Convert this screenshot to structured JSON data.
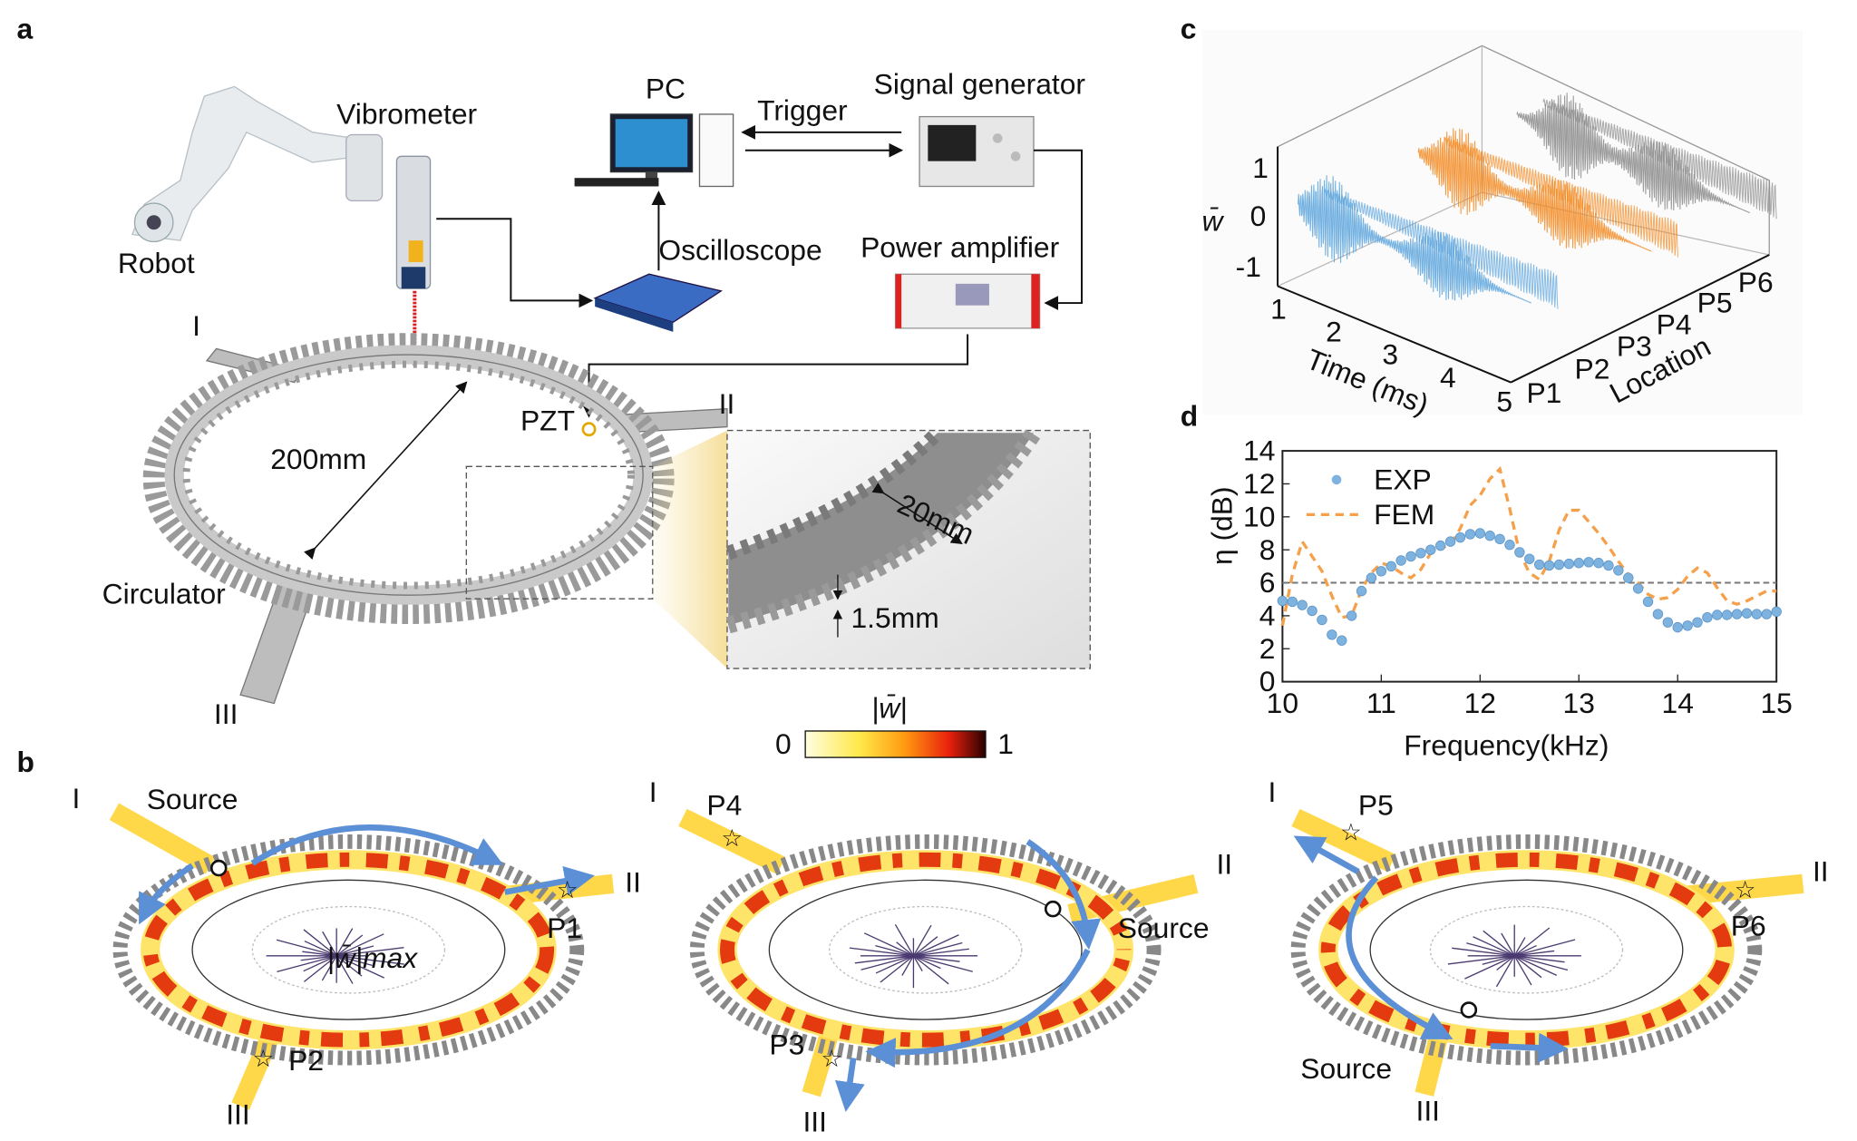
{
  "panels": {
    "a": "a",
    "b": "b",
    "c": "c",
    "d": "d"
  },
  "setup": {
    "robot": "Robot",
    "vibrometer": "Vibrometer",
    "pc": "PC",
    "trigger": "Trigger",
    "signal_generator": "Signal generator",
    "oscilloscope": "Oscilloscope",
    "power_amplifier": "Power amplifier",
    "pzt": "PZT",
    "diameter": "200mm",
    "circulator": "Circulator",
    "port_1": "I",
    "port_2": "II",
    "port_3": "III",
    "inset_width": "20mm",
    "inset_thickness": "1.5mm"
  },
  "colorbar": {
    "title": "|w̄|",
    "min": "0",
    "max": "1",
    "colors": [
      "#fffde0",
      "#ffe94a",
      "#ff9a10",
      "#e8200c",
      "#3a0000"
    ]
  },
  "fields": [
    {
      "port_1": "I",
      "port_2": "II",
      "port_3": "III",
      "source": "Source",
      "probe": "P1",
      "probe2": "P2",
      "max_label": "|w̄|max"
    },
    {
      "port_1": "I",
      "port_2": "II",
      "port_3": "III",
      "source": "Source",
      "probe": "P4",
      "probe2": "P3"
    },
    {
      "port_1": "I",
      "port_2": "II",
      "port_3": "III",
      "source": "Source",
      "probe": "P5",
      "probe2": "P6"
    }
  ],
  "colors": {
    "accent_blue": "#5b8fd6",
    "exp": "#7fb3df",
    "fem": "#f5a04a",
    "gray": "#9a9a9a"
  },
  "chart_data": [
    {
      "type": "line",
      "panel": "c",
      "zlabel": "w̄",
      "xlabel": "Time (ms)",
      "ylabel": "Location",
      "z_ticks": [
        "1",
        "0",
        "-1"
      ],
      "x_ticks": [
        "1",
        "2",
        "3",
        "4",
        "5"
      ],
      "y_ticks": [
        "P1",
        "P2",
        "P3",
        "P4",
        "P5",
        "P6"
      ],
      "zlim": [
        -1,
        1
      ],
      "xlim": [
        1,
        5
      ],
      "series": [
        {
          "name": "P1/P2",
          "color": "#5aa3dc"
        },
        {
          "name": "P3/P4",
          "color": "#f28a22"
        },
        {
          "name": "P5/P6",
          "color": "#8a8a8a"
        }
      ]
    },
    {
      "type": "line",
      "panel": "d",
      "xlabel": "Frequency(kHz)",
      "ylabel": "η (dB)",
      "xlim": [
        10,
        15
      ],
      "ylim": [
        0,
        14
      ],
      "x_ticks": [
        "10",
        "11",
        "12",
        "13",
        "14",
        "15"
      ],
      "y_ticks": [
        "0",
        "2",
        "4",
        "6",
        "8",
        "10",
        "12",
        "14"
      ],
      "reference_line": 6,
      "legend": [
        "EXP",
        "FEM"
      ],
      "legend_position": "top-left",
      "x": [
        10.0,
        10.1,
        10.2,
        10.3,
        10.4,
        10.5,
        10.6,
        10.7,
        10.8,
        10.9,
        11.0,
        11.1,
        11.2,
        11.3,
        11.4,
        11.5,
        11.6,
        11.7,
        11.8,
        11.9,
        12.0,
        12.1,
        12.2,
        12.3,
        12.4,
        12.5,
        12.6,
        12.7,
        12.8,
        12.9,
        13.0,
        13.1,
        13.2,
        13.3,
        13.4,
        13.5,
        13.6,
        13.7,
        13.8,
        13.9,
        14.0,
        14.1,
        14.2,
        14.3,
        14.4,
        14.5,
        14.6,
        14.7,
        14.8,
        14.9,
        15.0
      ],
      "series": [
        {
          "name": "EXP",
          "style": "scatter",
          "values": [
            4.9,
            4.85,
            4.65,
            4.3,
            3.75,
            2.85,
            2.5,
            4.0,
            5.5,
            6.3,
            6.7,
            7.0,
            7.35,
            7.6,
            7.8,
            8.0,
            8.25,
            8.5,
            8.75,
            8.95,
            9.0,
            8.85,
            8.65,
            8.3,
            7.85,
            7.45,
            7.1,
            7.05,
            7.1,
            7.15,
            7.2,
            7.25,
            7.2,
            7.05,
            6.75,
            6.3,
            5.65,
            4.85,
            4.1,
            3.6,
            3.3,
            3.4,
            3.6,
            3.9,
            4.05,
            4.05,
            4.1,
            4.15,
            4.1,
            4.1,
            4.25
          ]
        },
        {
          "name": "FEM",
          "style": "dashed",
          "values": [
            3.4,
            6.5,
            8.5,
            7.6,
            6.7,
            5.2,
            3.9,
            4.0,
            5.6,
            6.6,
            7.2,
            7.0,
            6.6,
            6.3,
            6.8,
            7.8,
            8.1,
            8.3,
            9.3,
            10.7,
            11.3,
            12.3,
            12.9,
            10.5,
            7.8,
            6.6,
            6.2,
            7.3,
            9.2,
            10.4,
            10.4,
            9.7,
            9.0,
            8.2,
            7.3,
            6.5,
            6.0,
            5.3,
            5.0,
            5.1,
            5.6,
            6.4,
            6.9,
            6.6,
            5.7,
            4.9,
            4.7,
            4.9,
            5.2,
            5.5,
            5.5
          ]
        }
      ]
    }
  ]
}
